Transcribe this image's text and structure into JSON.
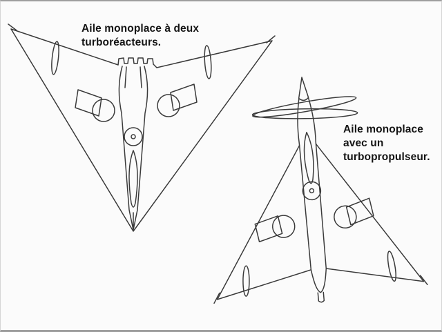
{
  "figure": {
    "captions": [
      {
        "id": "twinjet",
        "text": "Aile monoplace à deux\nturboréacteurs."
      },
      {
        "id": "turboprop",
        "text": "Aile monoplace\navec un\nturbopropulseur."
      }
    ],
    "drawings": [
      {
        "name": "twinjet-delta-aircraft-top-view",
        "caption_ref": "twinjet"
      },
      {
        "name": "turboprop-delta-aircraft-top-view",
        "caption_ref": "turboprop"
      }
    ],
    "colors": {
      "line": "#3a3a3a",
      "background": "#fbfbfb",
      "border": "#9e9e9e",
      "text": "#141414"
    }
  }
}
